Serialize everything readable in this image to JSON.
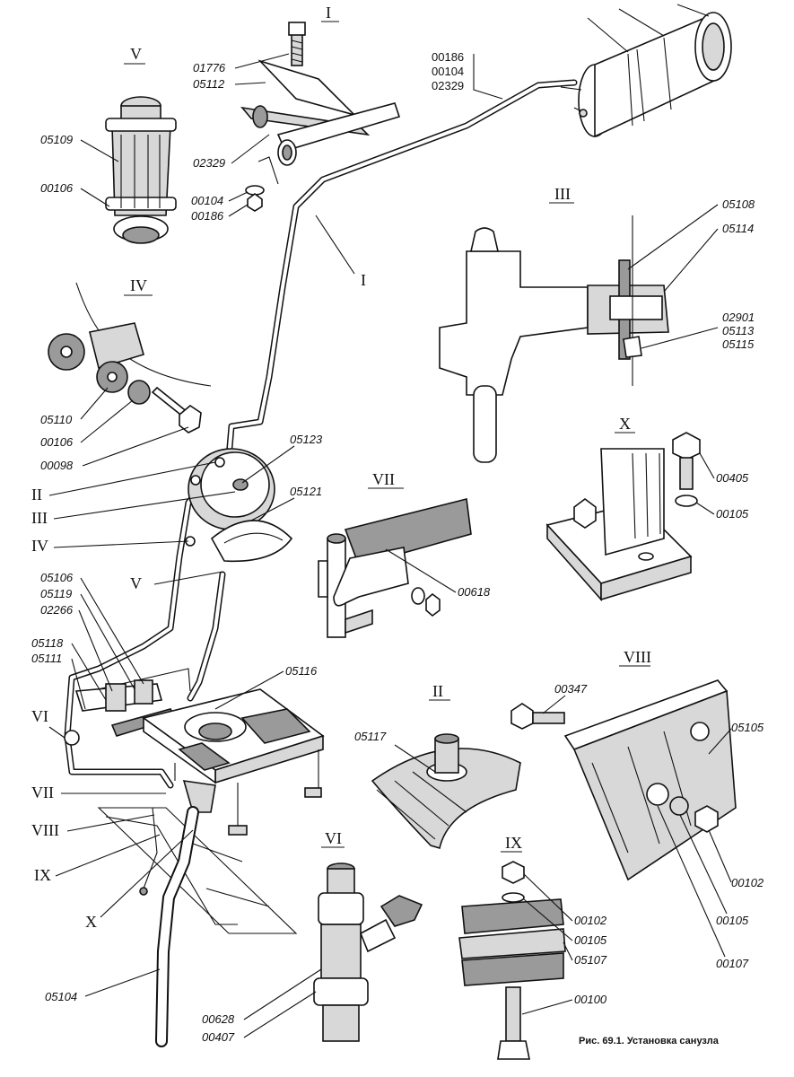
{
  "views": {
    "v1": {
      "roman": "I",
      "parts": [
        "01776",
        "05112",
        "02329",
        "00104",
        "00186"
      ]
    },
    "v2": {
      "roman": "II",
      "parts": [
        "05117"
      ]
    },
    "v3": {
      "roman": "III",
      "parts": [
        "05108",
        "05114",
        "02901",
        "05113",
        "05115"
      ]
    },
    "v4": {
      "roman": "IV",
      "parts": [
        "05110",
        "00106",
        "00098"
      ]
    },
    "v5": {
      "roman": "V",
      "parts": [
        "05109",
        "00106"
      ]
    },
    "v6": {
      "roman": "VI",
      "parts": [
        "00628",
        "00407"
      ]
    },
    "v7": {
      "roman": "VII",
      "parts": [
        "00618"
      ]
    },
    "v8": {
      "roman": "VIII",
      "parts": [
        "00347",
        "05105",
        "00102",
        "00105",
        "00107"
      ]
    },
    "v9": {
      "roman": "IX",
      "parts": [
        "00102",
        "00105",
        "05107",
        "00100"
      ]
    },
    "v10": {
      "roman": "X",
      "parts": [
        "00405",
        "00105"
      ]
    }
  },
  "tank_parts": [
    "00186",
    "00104",
    "02329"
  ],
  "main": {
    "callouts": [
      "I",
      "II",
      "III",
      "IV",
      "V",
      "VI",
      "VII",
      "VIII",
      "IX",
      "X"
    ],
    "parts": [
      "05123",
      "05121",
      "05106",
      "05119",
      "02266",
      "05118",
      "05111",
      "05116",
      "05104"
    ]
  },
  "caption": "Рис. 69.1. Установка санузла"
}
